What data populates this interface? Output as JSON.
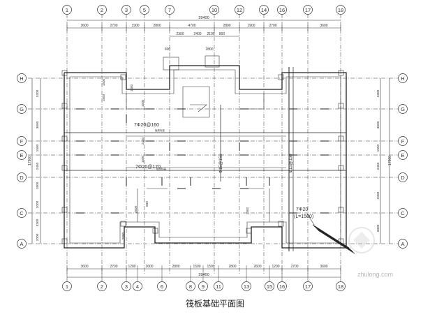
{
  "caption": "筏板基础平面图",
  "watermark": "zhulong.com",
  "grid": {
    "top_labels": [
      "1",
      "2",
      "3",
      "5",
      "7",
      "10",
      "12",
      "14",
      "16",
      "17",
      "18"
    ],
    "bottom_labels": [
      "1",
      "2",
      "3",
      "4",
      "6",
      "8",
      "9",
      "11",
      "13",
      "15",
      "16",
      "17",
      "18"
    ],
    "row_labels": [
      "H",
      "G",
      "F",
      "E",
      "D",
      "C",
      "A"
    ]
  },
  "dimensions": {
    "top_total": "29400",
    "top_row1": [
      "3600",
      "2700",
      "1900",
      "2800",
      "4700",
      "2800",
      "1900",
      "2700",
      "3600"
    ],
    "top_row2": [
      "2300",
      "2400",
      "2100",
      "800"
    ],
    "top_small": [
      "600",
      "2800"
    ],
    "bottom_row1": [
      "3600",
      "2700",
      "1200",
      "2600",
      "2800",
      "1500",
      "1500",
      "2800",
      "2600",
      "1200",
      "2700",
      "3600"
    ],
    "bottom_total": "29400",
    "left_row": [
      "3300",
      "3600",
      "1500",
      "2450",
      "1800",
      "2000",
      "3300",
      "2000"
    ],
    "left_total": "17900",
    "right_row": [
      "3300",
      "3600",
      "1550",
      "2450",
      "2000",
      "3300"
    ],
    "right_total": "17900",
    "misc": [
      "1500",
      "1900",
      "1300",
      "1500",
      "2450",
      "1500",
      "2000",
      "800",
      "2500",
      "2800"
    ]
  },
  "notes": {
    "rebar1": "7Φ20@160",
    "rebar2": "7Φ20@170",
    "rebar3": "7Φ20",
    "rebar3_len": "(L=1500)",
    "vertical1": "Φ15@150",
    "vertical2": "Φ15@150",
    "small1": "板底标高",
    "small2": "板底标高"
  }
}
